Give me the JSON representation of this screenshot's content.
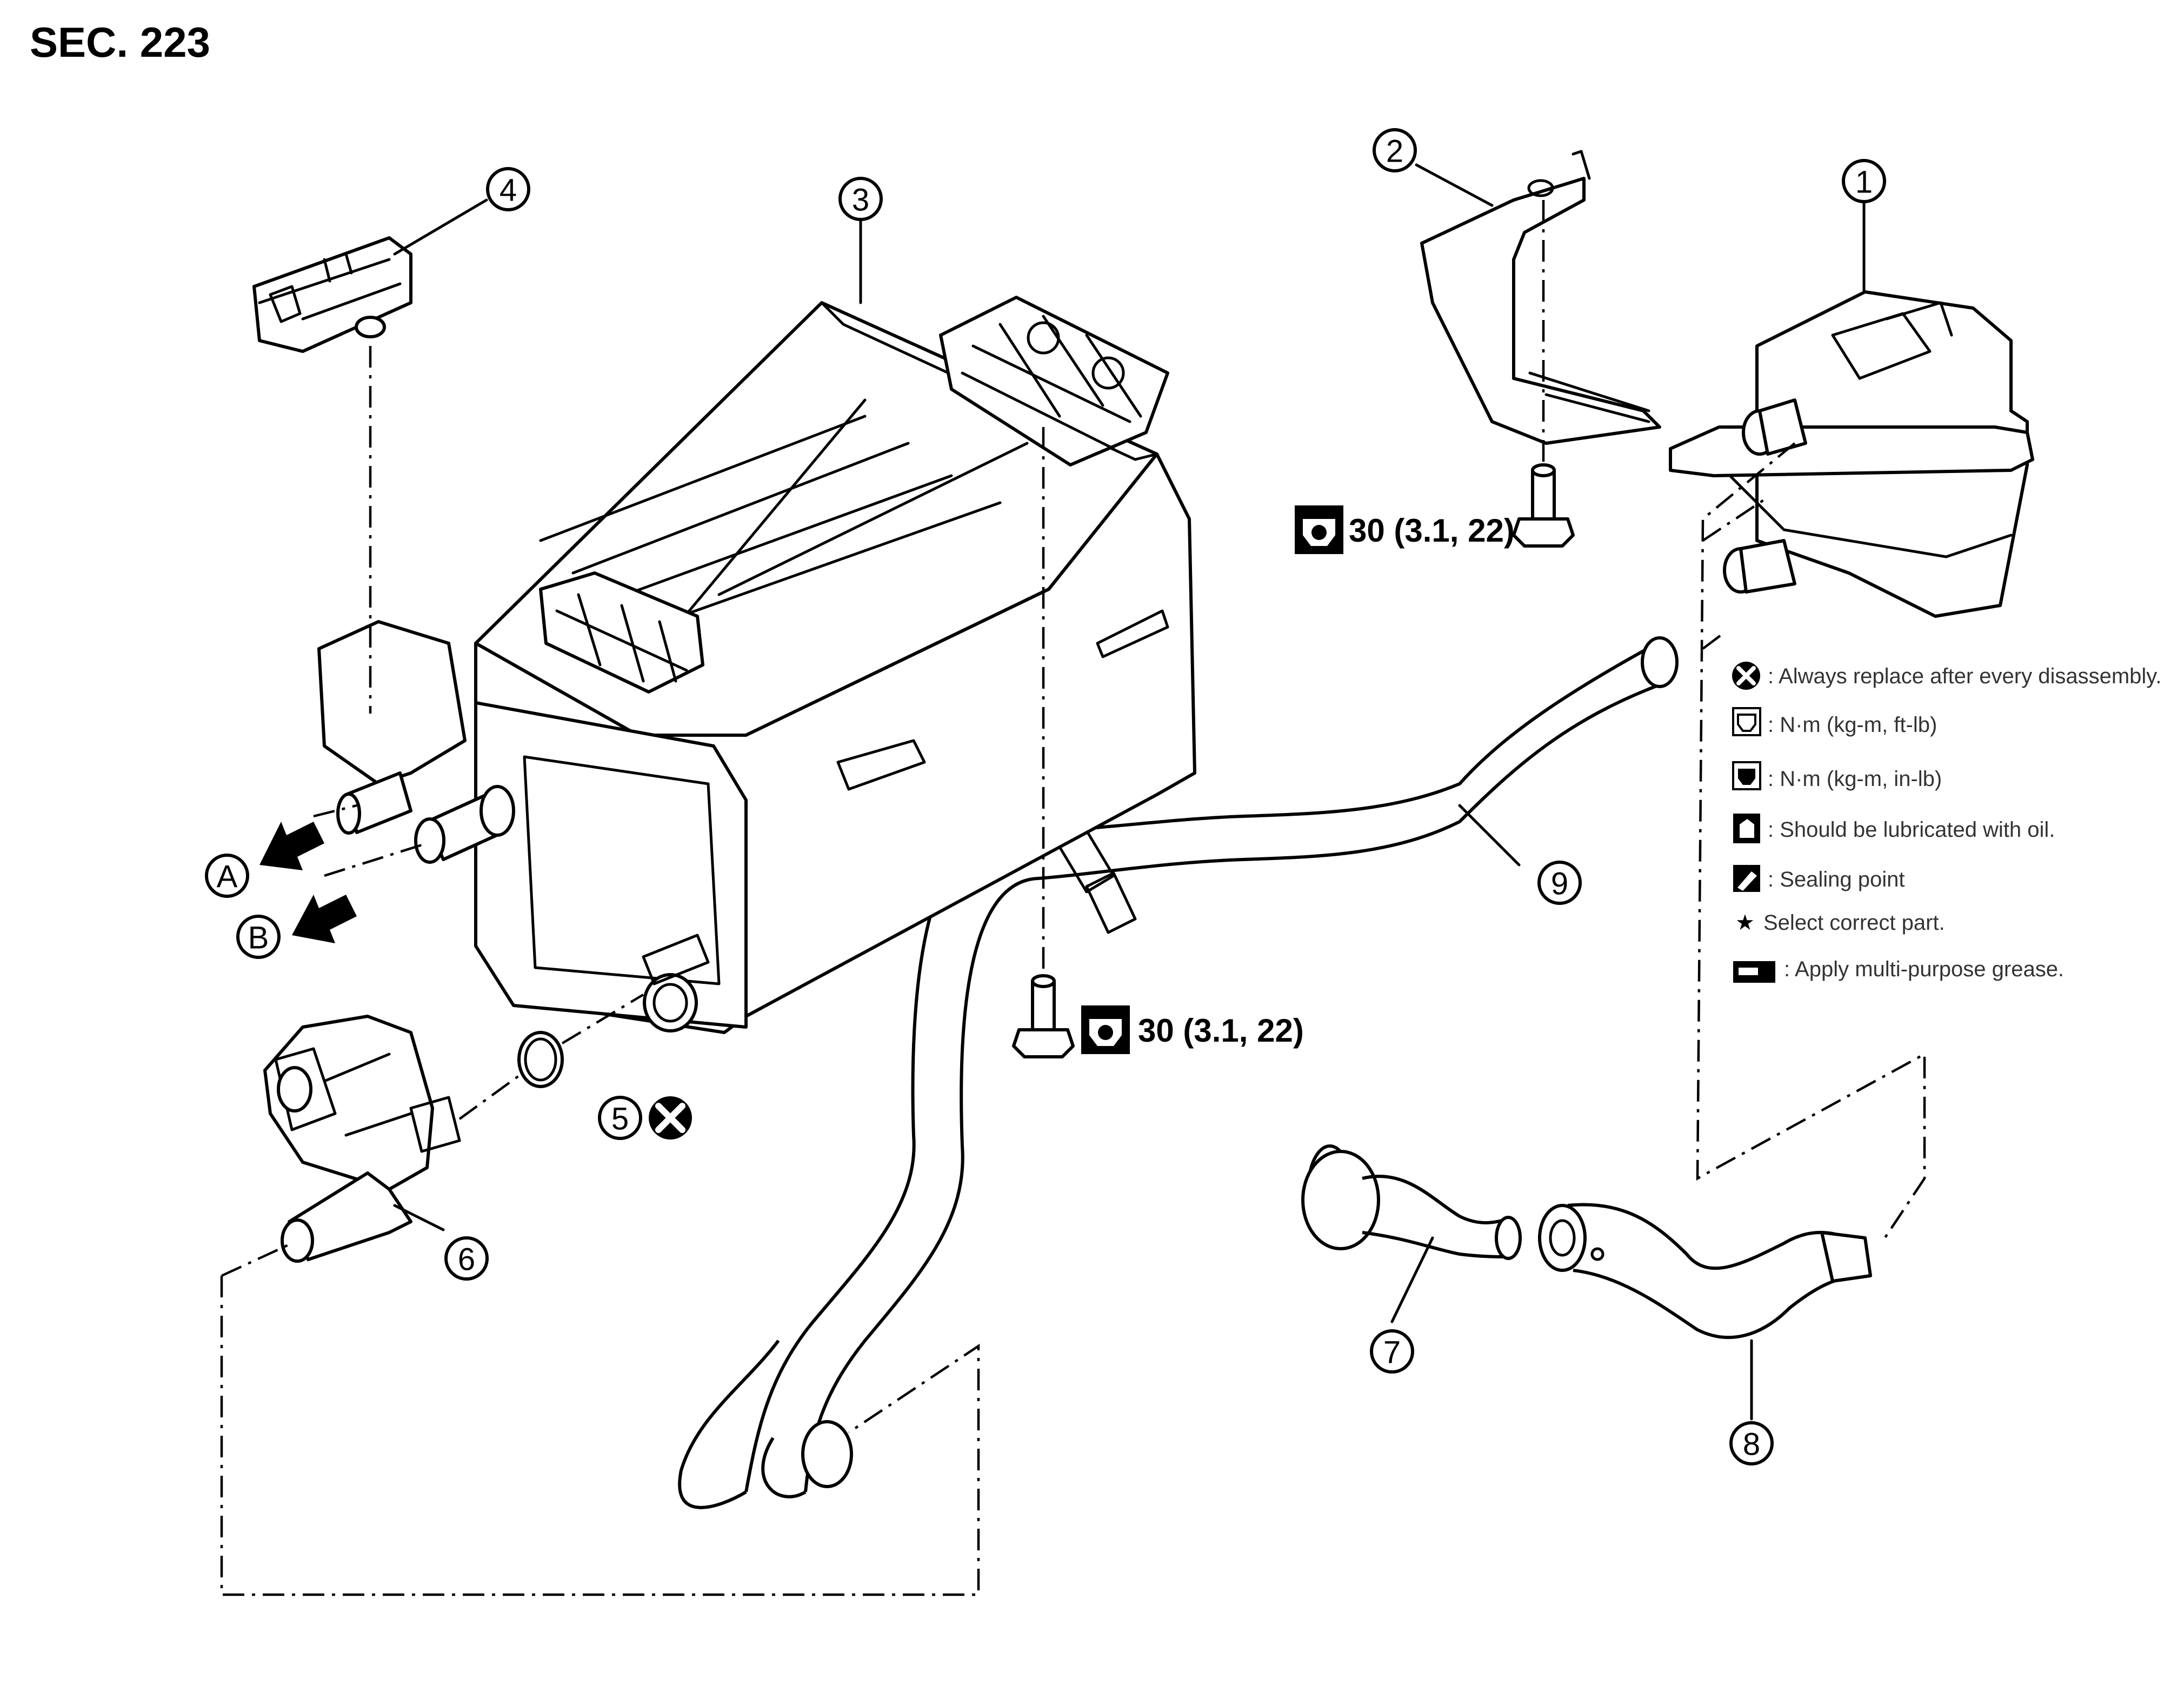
{
  "section": "SEC. 223",
  "callouts": {
    "c1": "1",
    "c2": "2",
    "c3": "3",
    "c4": "4",
    "c5": "5",
    "c6": "6",
    "c7": "7",
    "c8": "8",
    "c9": "9",
    "cA": "A",
    "cB": "B"
  },
  "torque": {
    "bracket_bolt": "30 (3.1, 22)",
    "canister_bolt": "30 (3.1, 22)"
  },
  "legend": [
    {
      "icon": "replace-icon",
      "text": ": Always replace after every disassembly."
    },
    {
      "icon": "torque-ft-lb-icon",
      "text": ": N·m (kg-m, ft-lb)"
    },
    {
      "icon": "torque-in-lb-icon",
      "text": ": N·m (kg-m, in-lb)"
    },
    {
      "icon": "oil-can-icon",
      "text": ": Should be lubricated with oil."
    },
    {
      "icon": "sealing-icon",
      "text": ": Sealing point"
    },
    {
      "icon": "star-icon",
      "text": "Select correct part."
    },
    {
      "icon": "grease-icon",
      "text": ": Apply multi-purpose grease."
    }
  ]
}
